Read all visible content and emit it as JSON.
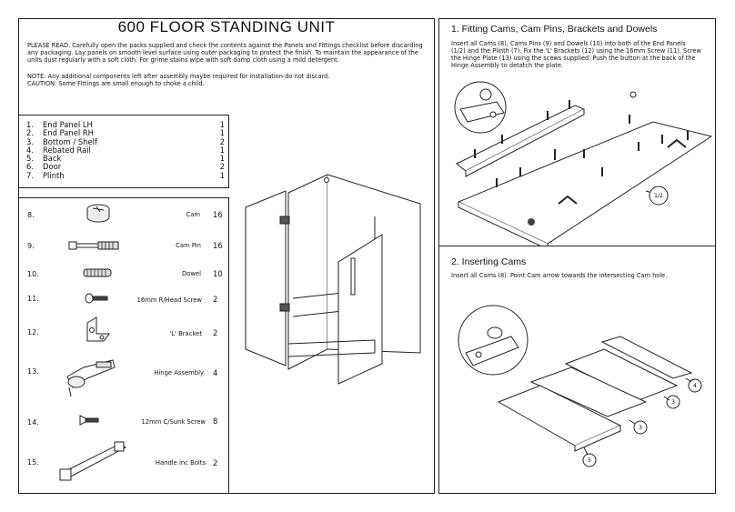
{
  "title": "600 FLOOR STANDING UNIT",
  "notice": {
    "read": "PLEASE READ. Carefully open the packs supplied and check the contents against the Panels and Fittings checklist before discarding any packaging. Lay panels on smooth level surface using outer packaging to protect the finish. To maintain the appearance of the units dust regularly with a soft cloth. For grime stains wipe with soft damp cloth using a mild detergent.",
    "note": "NOTE: Any additional components left after assembly maybe required for installation-do not discard.",
    "caution": "CAUTION: Some Fittings are small enough to choke a child."
  },
  "panels": [
    {
      "num": "1.",
      "name": "End Panel LH",
      "qty": "1"
    },
    {
      "num": "2.",
      "name": "End Panel RH",
      "qty": "1"
    },
    {
      "num": "3.",
      "name": "Bottom / Shelf",
      "qty": "2"
    },
    {
      "num": "4.",
      "name": "Rebated Rail",
      "qty": "1"
    },
    {
      "num": "5.",
      "name": "Back",
      "qty": "1"
    },
    {
      "num": "6.",
      "name": "Door",
      "qty": "2"
    },
    {
      "num": "7.",
      "name": "Plinth",
      "qty": "1"
    }
  ],
  "fittings": [
    {
      "num": "8.",
      "name": "Cam",
      "qty": "16",
      "icon": "cam-icon"
    },
    {
      "num": "9.",
      "name": "Cam Pin",
      "qty": "16",
      "icon": "cam-pin-icon"
    },
    {
      "num": "10.",
      "name": "Dowel",
      "qty": "10",
      "icon": "dowel-icon"
    },
    {
      "num": "11.",
      "name": "16mm R/Head Screw",
      "qty": "2",
      "icon": "screw-icon"
    },
    {
      "num": "12.",
      "name": "'L' Bracket",
      "qty": "2",
      "icon": "l-bracket-icon"
    },
    {
      "num": "13.",
      "name": "Hinge Assembly",
      "qty": "4",
      "icon": "hinge-icon"
    },
    {
      "num": "14.",
      "name": "12mm C/Sunk Screw",
      "qty": "8",
      "icon": "csunk-screw-icon"
    },
    {
      "num": "15.",
      "name": "Handle inc Bolts",
      "qty": "2",
      "icon": "handle-icon"
    }
  ],
  "steps": [
    {
      "title": "1. Fitting Cams, Cam Pins, Brackets and Dowels",
      "text": "Insert all Cams (8), Cams Pins (9)  and Dowels (10) into both of the End Panels (1/2) and the Plinth (7). Fix the 'L' Brackets (12) using the 16mm Screw (11). Screw the Hinge Plate (13) using the scews supplied. Push the button at the back of the Hinge Assembly to detatch the plate.",
      "callouts": [
        "1/2"
      ]
    },
    {
      "title": "2. Inserting Cams",
      "text": "Insert all Cams (8). Point Cam arrow towards the intersecting Cam hole.",
      "callouts": [
        "4",
        "3",
        "3",
        "5"
      ]
    }
  ]
}
